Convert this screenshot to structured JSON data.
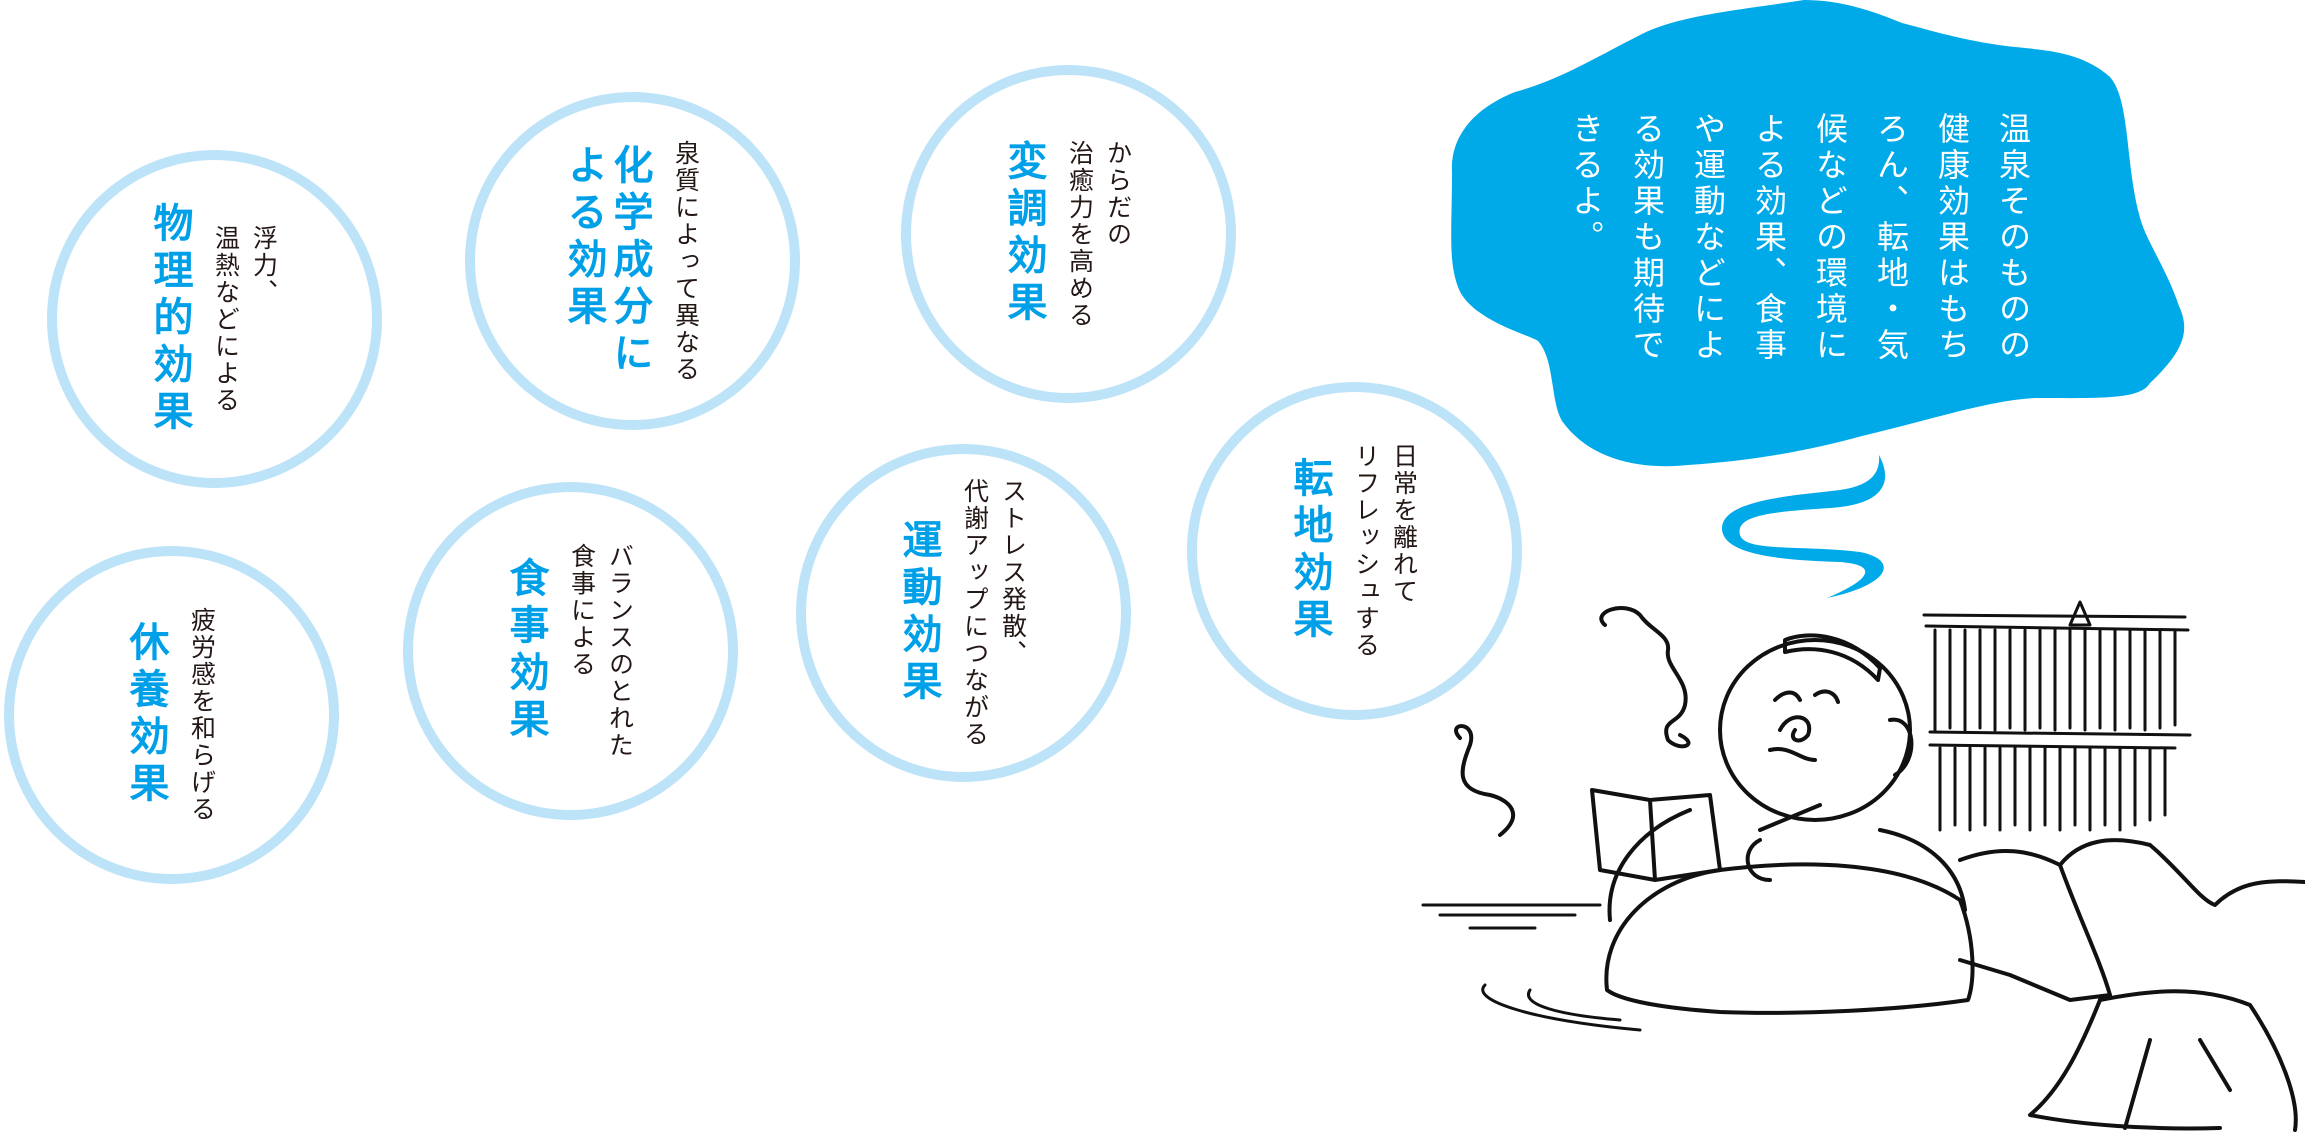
{
  "colors": {
    "circle_border": "#bde3f8",
    "title": "#00a0e9",
    "bubble": "#00aae8",
    "text": "#231815"
  },
  "effects": [
    {
      "id": "physical",
      "sub": [
        "浮力、",
        "温熱などによる"
      ],
      "title": [
        "物理的効果"
      ]
    },
    {
      "id": "chemical",
      "sub": [
        "泉質によって異なる"
      ],
      "title": [
        "化学成分に",
        "よる効果"
      ]
    },
    {
      "id": "modulation",
      "sub": [
        "からだの",
        "治癒力を高める"
      ],
      "title": [
        "変調効果"
      ]
    },
    {
      "id": "relocation",
      "sub": [
        "日常を離れて",
        "リフレッシュする"
      ],
      "title": [
        "転地効果"
      ]
    },
    {
      "id": "exercise",
      "sub": [
        "ストレス発散、",
        "代謝アップにつながる"
      ],
      "title": [
        "運動効果"
      ]
    },
    {
      "id": "diet",
      "sub": [
        "バランスのとれた",
        "食事による"
      ],
      "title": [
        "食事効果"
      ]
    },
    {
      "id": "rest",
      "sub": [
        "疲労感を和らげる"
      ],
      "title": [
        "休養効果"
      ]
    }
  ],
  "bubble": {
    "lines": [
      "温泉そのものの",
      "健康効果はもち",
      "ろん、転地・気",
      "候などの環境に",
      "よる効果、食事",
      "や運動などによ",
      "る効果も期待で",
      "きるよ。"
    ]
  }
}
